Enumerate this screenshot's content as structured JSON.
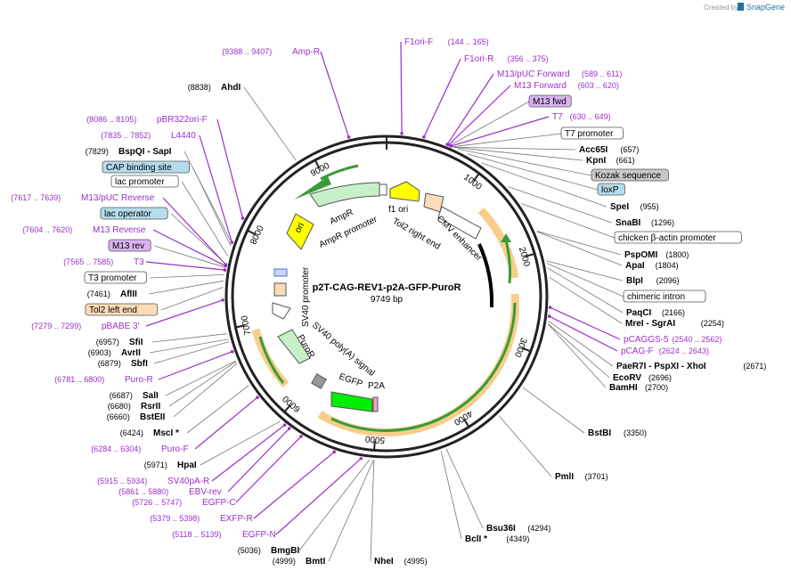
{
  "header": {
    "credit_text": "Created by",
    "brand_text": "SnapGene"
  },
  "map": {
    "title": "p2T-CAG-REV1-p2A-GFP-PuroR",
    "length": "9749 bp",
    "ticks": [
      "1000",
      "2000",
      "3000",
      "4000",
      "5000",
      "6000",
      "7000",
      "8000",
      "9000"
    ]
  },
  "features": {
    "f1_ori": "f1 ori",
    "tol2_right_end": "Tol2 right end",
    "cmv_enhancer": "CMV enhancer",
    "ampr": "AmpR",
    "ampr_promoter": "AmpR promoter",
    "ori": "ori",
    "sv40_promoter": "SV40 promoter",
    "puror": "PuroR",
    "sv40_polya": "SV40 poly(A) signal",
    "egfp": "EGFP",
    "p2a": "P2A"
  },
  "left_labels": [
    {
      "coord": "(9388 .. 9407)",
      "name": "Amp-R",
      "kind": "primer"
    },
    {
      "coord": "(8838)",
      "name": "AhdI",
      "kind": "enzyme"
    },
    {
      "coord": "(8086 .. 8105)",
      "name": "pBR322ori-F",
      "kind": "primer"
    },
    {
      "coord": "(7835 .. 7852)",
      "name": "L4440",
      "kind": "primer"
    },
    {
      "coord": "(7829)",
      "name": "BspQI - SapI",
      "kind": "enzyme"
    },
    {
      "coord": "",
      "name": "CAP binding site",
      "kind": "box-blue"
    },
    {
      "coord": "",
      "name": "lac promoter",
      "kind": "box-white"
    },
    {
      "coord": "(7617 .. 7639)",
      "name": "M13/pUC Reverse",
      "kind": "primer"
    },
    {
      "coord": "",
      "name": "lac operator",
      "kind": "box-blue"
    },
    {
      "coord": "(7604 .. 7620)",
      "name": "M13 Reverse",
      "kind": "primer"
    },
    {
      "coord": "",
      "name": "M13 rev",
      "kind": "box-purple"
    },
    {
      "coord": "(7565 .. 7585)",
      "name": "T3",
      "kind": "primer"
    },
    {
      "coord": "",
      "name": "T3 promoter",
      "kind": "box-white"
    },
    {
      "coord": "(7461)",
      "name": "AflII",
      "kind": "enzyme"
    },
    {
      "coord": "",
      "name": "Tol2 left end",
      "kind": "box-orange"
    },
    {
      "coord": "(7279 .. 7299)",
      "name": "pBABE 3'",
      "kind": "primer"
    },
    {
      "coord": "(6957)",
      "name": "SfiI",
      "kind": "enzyme"
    },
    {
      "coord": "(6903)",
      "name": "AvrII",
      "kind": "enzyme"
    },
    {
      "coord": "(6879)",
      "name": "SbfI",
      "kind": "enzyme"
    },
    {
      "coord": "(6781 .. 6800)",
      "name": "Puro-R",
      "kind": "primer"
    },
    {
      "coord": "(6687)",
      "name": "SalI",
      "kind": "enzyme"
    },
    {
      "coord": "(6680)",
      "name": "RsrII",
      "kind": "enzyme"
    },
    {
      "coord": "(6660)",
      "name": "BstEII",
      "kind": "enzyme"
    },
    {
      "coord": "(6424)",
      "name": "MscI *",
      "kind": "enzyme"
    },
    {
      "coord": "(6284 .. 6304)",
      "name": "Puro-F",
      "kind": "primer"
    },
    {
      "coord": "(5971)",
      "name": "HpaI",
      "kind": "enzyme"
    },
    {
      "coord": "(5915 .. 5934)",
      "name": "SV40pA-R",
      "kind": "primer"
    },
    {
      "coord": "(5861 .. 5880)",
      "name": "EBV-rev",
      "kind": "primer"
    },
    {
      "coord": "(5726 .. 5747)",
      "name": "EGFP-C",
      "kind": "primer"
    },
    {
      "coord": "(5379 .. 5398)",
      "name": "EXFP-R",
      "kind": "primer"
    },
    {
      "coord": "(5118 .. 5139)",
      "name": "EGFP-N",
      "kind": "primer"
    },
    {
      "coord": "(5036)",
      "name": "BmgBI",
      "kind": "enzyme"
    },
    {
      "coord": "(4999)",
      "name": "BmtI",
      "kind": "enzyme"
    }
  ],
  "right_labels": [
    {
      "coord": "(144 .. 165)",
      "name": "F1ori-F",
      "kind": "primer"
    },
    {
      "coord": "(356 .. 375)",
      "name": "F1ori-R",
      "kind": "primer"
    },
    {
      "coord": "(589 .. 611)",
      "name": "M13/pUC Forward",
      "kind": "primer"
    },
    {
      "coord": "(603 .. 620)",
      "name": "M13 Forward",
      "kind": "primer"
    },
    {
      "coord": "",
      "name": "M13 fwd",
      "kind": "box-purple"
    },
    {
      "coord": "(630 .. 649)",
      "name": "T7",
      "kind": "primer"
    },
    {
      "coord": "",
      "name": "T7 promoter",
      "kind": "box-white"
    },
    {
      "coord": "(657)",
      "name": "Acc65I",
      "kind": "enzyme"
    },
    {
      "coord": "(661)",
      "name": "KpnI",
      "kind": "enzyme"
    },
    {
      "coord": "",
      "name": "Kozak sequence",
      "kind": "box-gray"
    },
    {
      "coord": "",
      "name": "loxP",
      "kind": "box-blue"
    },
    {
      "coord": "(955)",
      "name": "SpeI",
      "kind": "enzyme"
    },
    {
      "coord": "(1296)",
      "name": "SnaBI",
      "kind": "enzyme"
    },
    {
      "coord": "",
      "name": "chicken β-actin promoter",
      "kind": "box-white"
    },
    {
      "coord": "(1800)",
      "name": "PspOMI",
      "kind": "enzyme"
    },
    {
      "coord": "(1804)",
      "name": "ApaI",
      "kind": "enzyme"
    },
    {
      "coord": "(2096)",
      "name": "BlpI",
      "kind": "enzyme"
    },
    {
      "coord": "",
      "name": "chimeric intron",
      "kind": "box-white"
    },
    {
      "coord": "(2166)",
      "name": "PaqCI",
      "kind": "enzyme"
    },
    {
      "coord": "(2254)",
      "name": "MreI - SgrAI",
      "kind": "enzyme"
    },
    {
      "coord": "(2540 .. 2562)",
      "name": "pCAGGS-5",
      "kind": "primer"
    },
    {
      "coord": "(2624 .. 2643)",
      "name": "pCAG-F",
      "kind": "primer"
    },
    {
      "coord": "(2671)",
      "name": "PaeR7I - PspXI - XhoI",
      "kind": "enzyme"
    },
    {
      "coord": "(2696)",
      "name": "EcoRV",
      "kind": "enzyme"
    },
    {
      "coord": "(2700)",
      "name": "BamHI",
      "kind": "enzyme"
    },
    {
      "coord": "(3350)",
      "name": "BstBI",
      "kind": "enzyme"
    },
    {
      "coord": "(3701)",
      "name": "PmlI",
      "kind": "enzyme"
    },
    {
      "coord": "(4294)",
      "name": "Bsu36I",
      "kind": "enzyme"
    },
    {
      "coord": "(4349)",
      "name": "BclI *",
      "kind": "enzyme"
    },
    {
      "coord": "(4995)",
      "name": "NheI",
      "kind": "enzyme"
    }
  ],
  "colors": {
    "primer": "#9b30c8",
    "enzyme": "#000000",
    "backbone": "#222222",
    "ampr_fill": "#c8f0c8",
    "ori_fill": "#ffff00",
    "egfp_fill": "#00ee00",
    "promoter_fill": "#ffffff",
    "tol2_fill": "#fbdcb8",
    "highlight_orange": "#f5c26b"
  }
}
